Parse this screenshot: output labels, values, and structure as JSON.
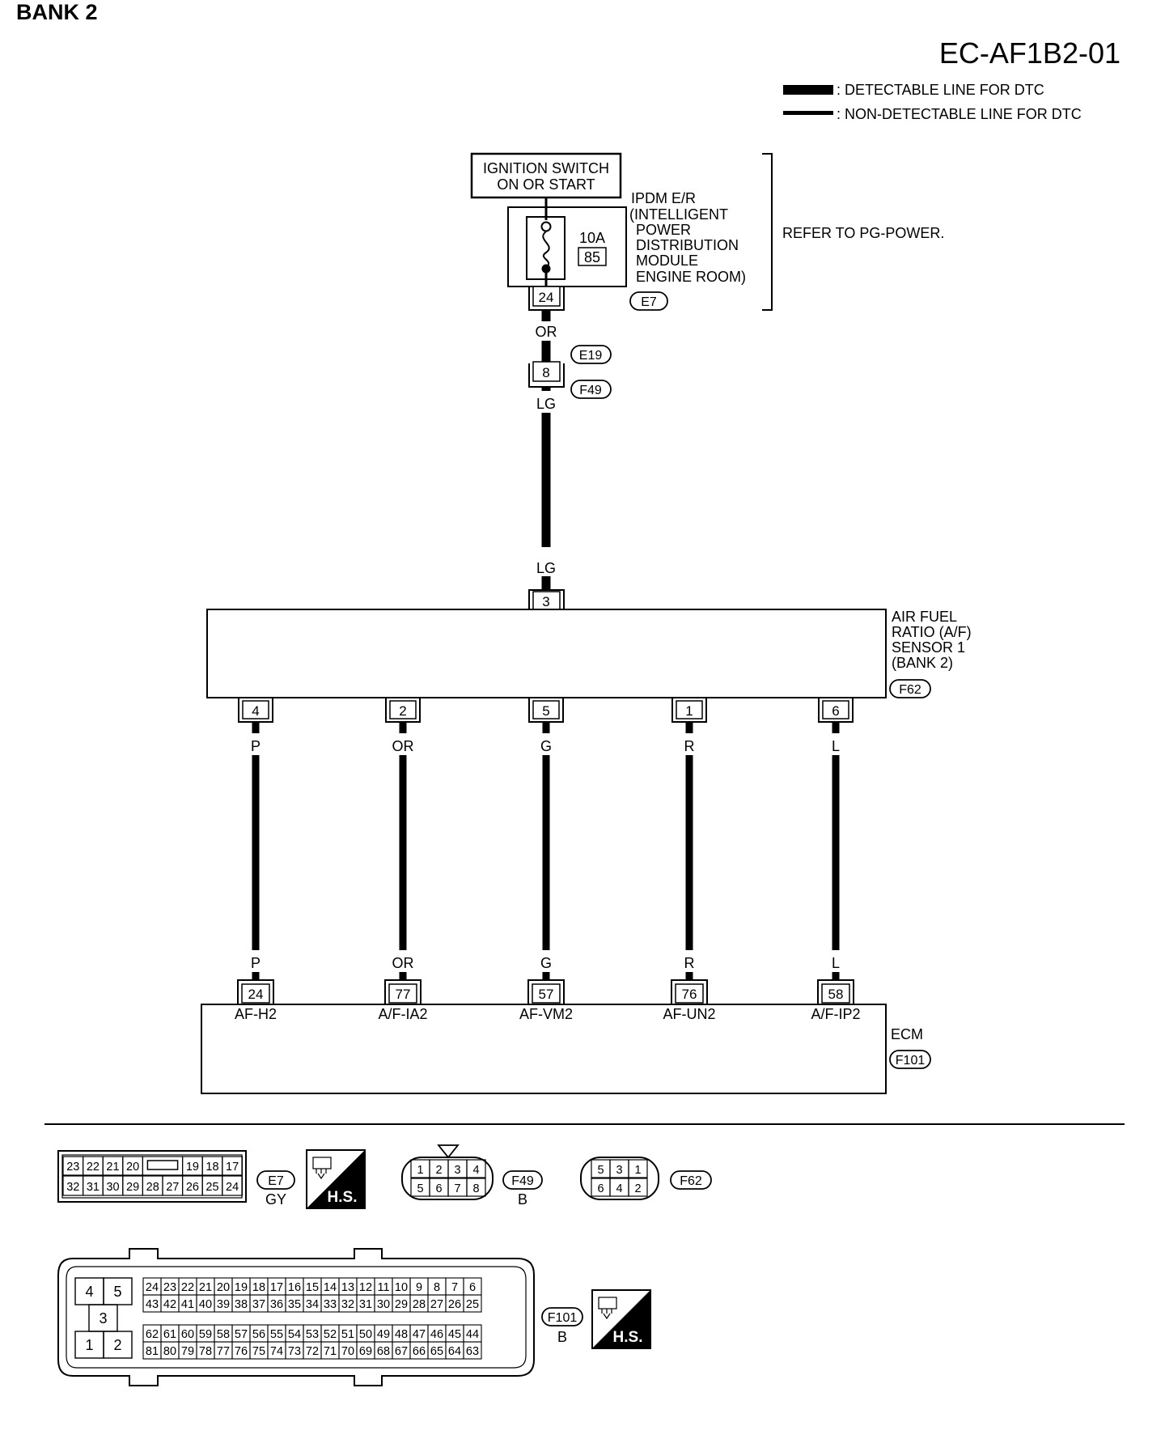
{
  "header": {
    "section": "BANK 2",
    "diagram_id": "EC-AF1B2-01"
  },
  "legend": [
    {
      "label": ": DETECTABLE LINE FOR DTC"
    },
    {
      "label": ": NON-DETECTABLE LINE FOR DTC"
    }
  ],
  "ignition": {
    "line1": "IGNITION SWITCH",
    "line2": "ON OR START"
  },
  "ipdm": {
    "lines": [
      "IPDM E/R",
      "(INTELLIGENT",
      "POWER",
      "DISTRIBUTION",
      "MODULE",
      "ENGINE ROOM)"
    ],
    "fuse_rating": "10A",
    "fuse_number": "85",
    "terminal": "24",
    "connector": "E7",
    "refer": "REFER TO PG-POWER."
  },
  "power_wire": {
    "color_top": "OR",
    "joint_connector_top": "E19",
    "joint_terminal": "8",
    "joint_connector_bottom": "F49",
    "color_mid": "LG",
    "color_bottom": "LG"
  },
  "sensor": {
    "terminal_top": "3",
    "lines": [
      "AIR FUEL",
      "RATIO (A/F)",
      "SENSOR 1",
      "(BANK 2)"
    ],
    "connector": "F62"
  },
  "circuits": [
    {
      "sensor_pin": "4",
      "color_top": "P",
      "color_bottom": "P",
      "ecm_pin": "24",
      "ecm_label": "AF-H2"
    },
    {
      "sensor_pin": "2",
      "color_top": "OR",
      "color_bottom": "OR",
      "ecm_pin": "77",
      "ecm_label": "A/F-IA2"
    },
    {
      "sensor_pin": "5",
      "color_top": "G",
      "color_bottom": "G",
      "ecm_pin": "57",
      "ecm_label": "AF-VM2"
    },
    {
      "sensor_pin": "1",
      "color_top": "R",
      "color_bottom": "R",
      "ecm_pin": "76",
      "ecm_label": "AF-UN2"
    },
    {
      "sensor_pin": "6",
      "color_top": "L",
      "color_bottom": "L",
      "ecm_pin": "58",
      "ecm_label": "A/F-IP2"
    }
  ],
  "ecm": {
    "label": "ECM",
    "connector": "F101"
  },
  "connectors": {
    "e7": {
      "id": "E7",
      "color": "GY",
      "row1": [
        "23",
        "22",
        "21",
        "20",
        "",
        "19",
        "18",
        "17"
      ],
      "row2": [
        "32",
        "31",
        "30",
        "29",
        "28",
        "27",
        "26",
        "25",
        "24"
      ],
      "hs": "H.S."
    },
    "f49": {
      "id": "F49",
      "color": "B",
      "row1": [
        "1",
        "2",
        "3",
        "4"
      ],
      "row2": [
        "5",
        "6",
        "7",
        "8"
      ]
    },
    "f62": {
      "id": "F62",
      "row1": [
        "5",
        "3",
        "1"
      ],
      "row2": [
        "6",
        "4",
        "2"
      ]
    },
    "f101": {
      "id": "F101",
      "color": "B",
      "hs": "H.S.",
      "left": [
        "4",
        "5",
        "3",
        "1",
        "2"
      ],
      "row1": [
        "24",
        "23",
        "22",
        "21",
        "20",
        "19",
        "18",
        "17",
        "16",
        "15",
        "14",
        "13",
        "12",
        "11",
        "10",
        "9",
        "8",
        "7",
        "6"
      ],
      "row2": [
        "43",
        "42",
        "41",
        "40",
        "39",
        "38",
        "37",
        "36",
        "35",
        "34",
        "33",
        "32",
        "31",
        "30",
        "29",
        "28",
        "27",
        "26",
        "25"
      ],
      "row3": [
        "62",
        "61",
        "60",
        "59",
        "58",
        "57",
        "56",
        "55",
        "54",
        "53",
        "52",
        "51",
        "50",
        "49",
        "48",
        "47",
        "46",
        "45",
        "44"
      ],
      "row4": [
        "81",
        "80",
        "79",
        "78",
        "77",
        "76",
        "75",
        "74",
        "73",
        "72",
        "71",
        "70",
        "69",
        "68",
        "67",
        "66",
        "65",
        "64",
        "63"
      ]
    }
  }
}
